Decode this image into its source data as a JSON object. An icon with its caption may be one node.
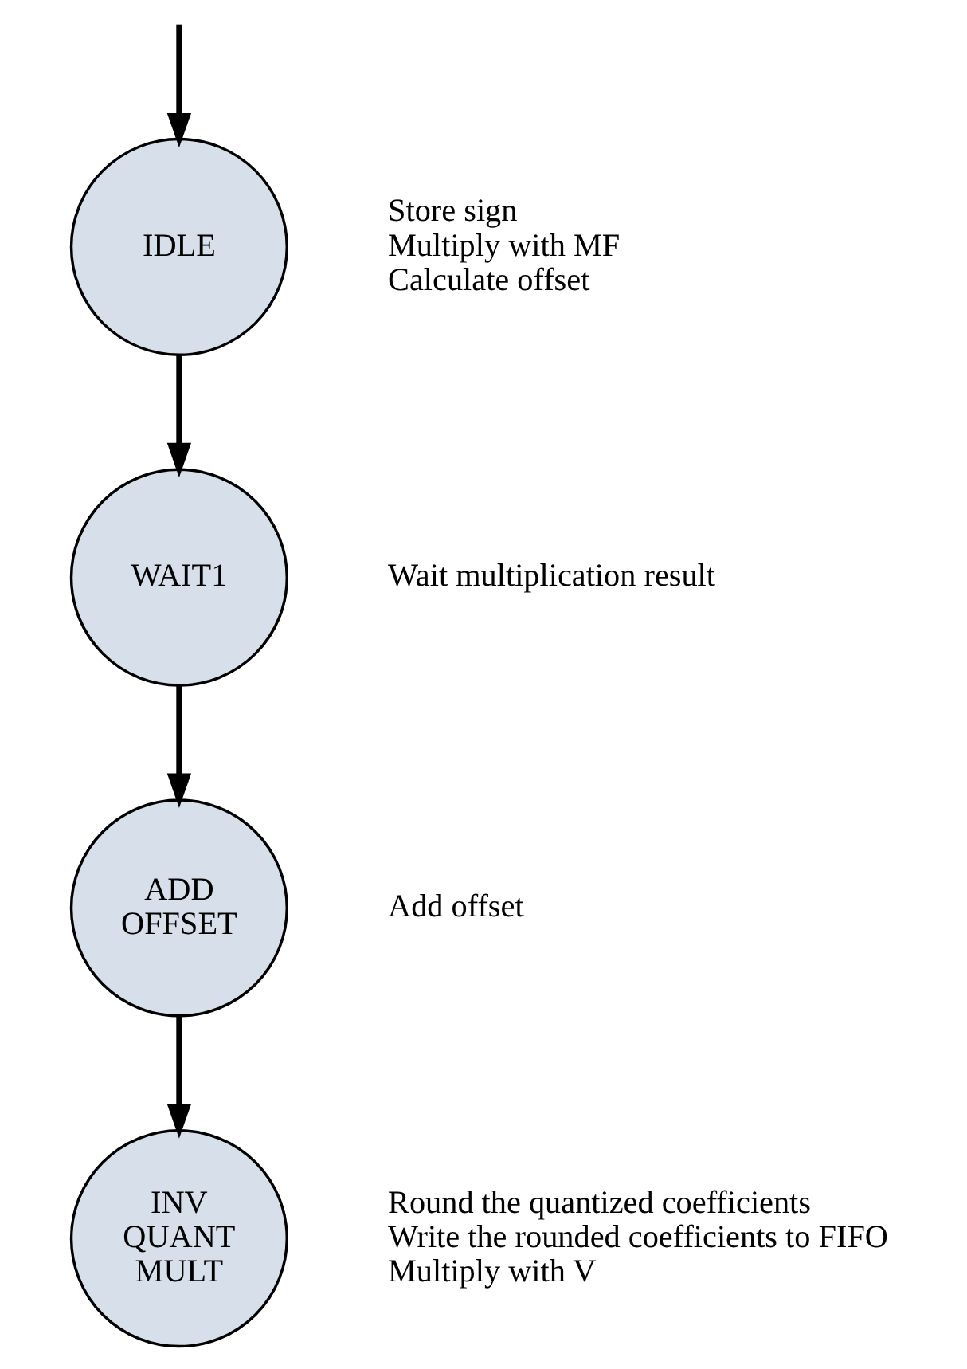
{
  "diagram": {
    "nodes": [
      {
        "text": [
          "IDLE"
        ],
        "beside": [
          "Store sign",
          "Multiply with MF",
          "Calculate offset"
        ]
      },
      {
        "text": [
          "WAIT1"
        ],
        "beside": [
          "Wait multiplication result"
        ]
      },
      {
        "text": [
          "ADD OFFSET"
        ],
        "beside": [
          "Add offset"
        ]
      },
      {
        "text": [
          "INV QUANT MULT"
        ],
        "beside": [
          "Round the quantized coefficients",
          "Write the rounded coefficients to FIFO",
          "Multiply with V"
        ]
      }
    ],
    "edges": [
      {
        "from": null,
        "to": 0,
        "arrow": "to"
      },
      {
        "from": 0,
        "to": 1,
        "arrow": "to"
      },
      {
        "from": 1,
        "to": 2,
        "arrow": "to"
      },
      {
        "from": 2,
        "to": 3,
        "arrow": "to"
      }
    ]
  }
}
